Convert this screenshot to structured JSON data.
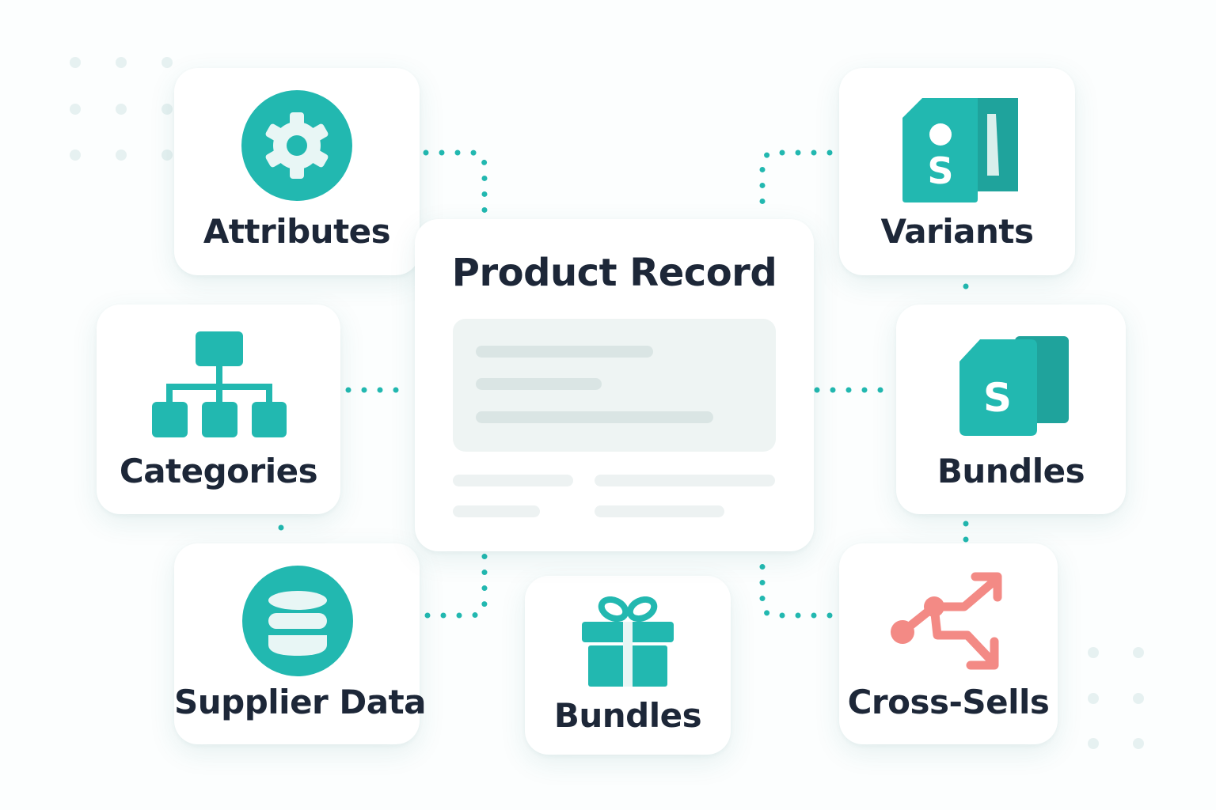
{
  "center": {
    "title": "Product Record"
  },
  "nodes": {
    "attributes": {
      "label": "Attributes",
      "icon": "gear-icon"
    },
    "variants": {
      "label": "Variants",
      "icon": "price-tag-icon"
    },
    "categories": {
      "label": "Categories",
      "icon": "hierarchy-icon"
    },
    "bundles_right": {
      "label": "Bundles",
      "icon": "price-tag-icon"
    },
    "supplier_data": {
      "label": "Supplier Data",
      "icon": "database-icon"
    },
    "bundles_bottom": {
      "label": "Bundles",
      "icon": "gift-icon"
    },
    "cross_sells": {
      "label": "Cross-Sells",
      "icon": "branch-arrows-icon"
    }
  },
  "colors": {
    "teal": "#22b8b0",
    "coral": "#f38a85",
    "text": "#1d2738",
    "connector": "#22b8b0"
  }
}
